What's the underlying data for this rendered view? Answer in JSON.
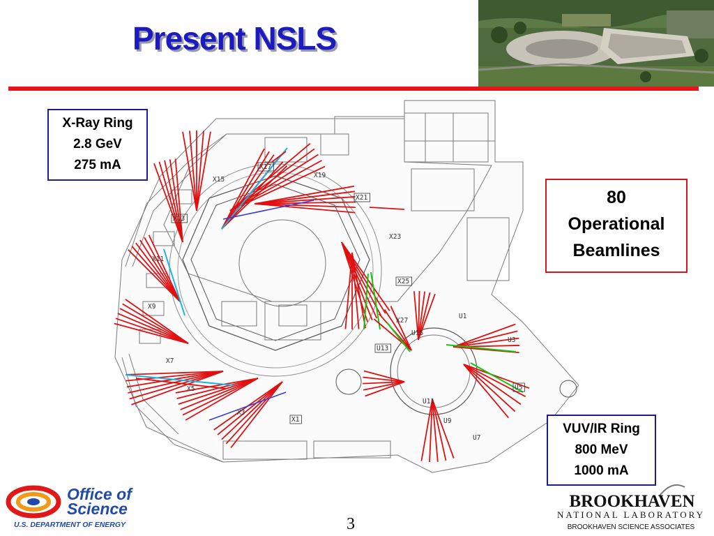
{
  "header": {
    "title": "Present NSLS",
    "photo": "aerial-photo-of-nsls-building"
  },
  "xray_ring": {
    "name": "X-Ray Ring",
    "energy": "2.8 GeV",
    "current": "275 mA"
  },
  "beamlines_box": {
    "count": "80",
    "line1": "Operational",
    "line2": "Beamlines"
  },
  "vuv_ring": {
    "name": "VUV/IR Ring",
    "energy": "800 MeV",
    "current": "1000 mA"
  },
  "floorplan": {
    "port_labels": [
      {
        "id": "X17",
        "text": "X17",
        "boxed": true
      },
      {
        "id": "X19",
        "text": "X19",
        "boxed": false
      },
      {
        "id": "X15",
        "text": "X15",
        "boxed": false
      },
      {
        "id": "X21",
        "text": "X21",
        "boxed": true
      },
      {
        "id": "X13",
        "text": "X13",
        "boxed": true
      },
      {
        "id": "X23",
        "text": "X23",
        "boxed": false
      },
      {
        "id": "X11",
        "text": "X11",
        "boxed": false
      },
      {
        "id": "X25",
        "text": "X25",
        "boxed": true
      },
      {
        "id": "X9",
        "text": "X9",
        "boxed": false
      },
      {
        "id": "X27",
        "text": "X27",
        "boxed": false
      },
      {
        "id": "U1",
        "text": "U1",
        "boxed": false
      },
      {
        "id": "U15",
        "text": "U15",
        "boxed": false
      },
      {
        "id": "U3",
        "text": "U3",
        "boxed": false
      },
      {
        "id": "U13",
        "text": "U13",
        "boxed": true
      },
      {
        "id": "X7",
        "text": "X7",
        "boxed": false
      },
      {
        "id": "U5",
        "text": "U5",
        "boxed": true
      },
      {
        "id": "X5",
        "text": "X5",
        "boxed": false
      },
      {
        "id": "U11",
        "text": "U11",
        "boxed": false
      },
      {
        "id": "X3",
        "text": "X3",
        "boxed": false
      },
      {
        "id": "X1",
        "text": "X1",
        "boxed": true
      },
      {
        "id": "U9",
        "text": "U9",
        "boxed": false
      },
      {
        "id": "U7",
        "text": "U7",
        "boxed": false
      }
    ],
    "beamline_color": "#e01010",
    "accent_colors": [
      "#19b3e6",
      "#12c612",
      "#3a3ad6"
    ]
  },
  "footer": {
    "doe_logo_text": "Office of Science",
    "doe_subtitle": "U.S. DEPARTMENT OF ENERGY",
    "page_number": "3",
    "bnl_name": "BROOKHAVEN",
    "bnl_sub": "NATIONAL LABORATORY",
    "bnl_assoc": "BROOKHAVEN SCIENCE ASSOCIATES"
  }
}
